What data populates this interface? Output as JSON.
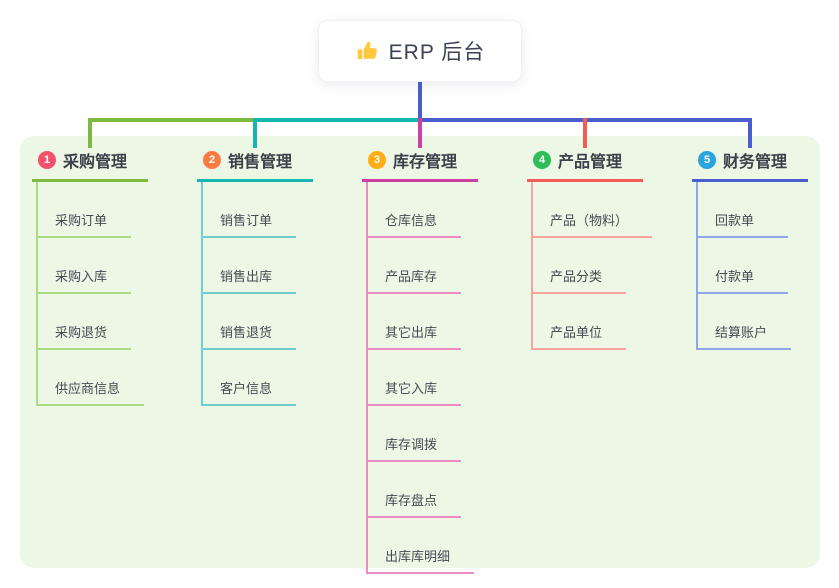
{
  "root": {
    "title": "ERP 后台",
    "icon": "thumbs-up-icon",
    "icon_color": "#FFC83D",
    "line_color": "#4a5ed0"
  },
  "board": {
    "background": "#ecf7e6"
  },
  "branches": [
    {
      "num": "1",
      "label": "采购管理",
      "badge_color": "#f4516c",
      "line_color": "#7cb93e",
      "light_color": "#aed983",
      "children": [
        "采购订单",
        "采购入库",
        "采购退货",
        "供应商信息"
      ]
    },
    {
      "num": "2",
      "label": "销售管理",
      "badge_color": "#f97b44",
      "line_color": "#15b5b0",
      "light_color": "#6fd0cb",
      "children": [
        "销售订单",
        "销售出库",
        "销售退货",
        "客户信息"
      ]
    },
    {
      "num": "3",
      "label": "库存管理",
      "badge_color": "#ffad14",
      "line_color": "#ce3fa4",
      "light_color": "#ec8ac6",
      "children": [
        "仓库信息",
        "产品库存",
        "其它出库",
        "其它入库",
        "库存调拨",
        "库存盘点",
        "出库库明细"
      ]
    },
    {
      "num": "4",
      "label": "产品管理",
      "badge_color": "#2ebd59",
      "line_color": "#f25b56",
      "light_color": "#f7a3a0",
      "children": [
        "产品（物料）",
        "产品分类",
        "产品单位"
      ]
    },
    {
      "num": "5",
      "label": "财务管理",
      "badge_color": "#2ba3dc",
      "line_color": "#4a5ed0",
      "light_color": "#92a5e8",
      "children": [
        "回款单",
        "付款单",
        "结算账户"
      ]
    }
  ]
}
